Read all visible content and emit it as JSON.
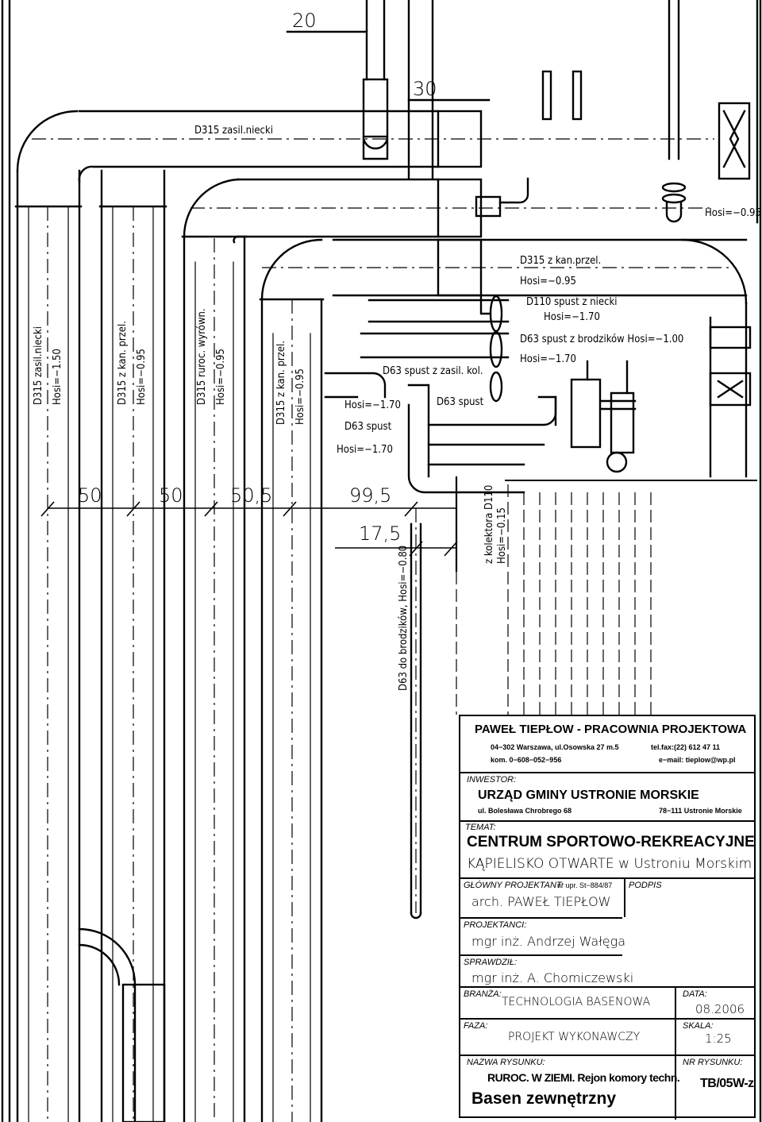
{
  "dimensions": {
    "top_a": "20",
    "top_b": "30",
    "row": [
      "50",
      "50",
      "50,5",
      "99,5"
    ],
    "inner": "17,5"
  },
  "pipe_labels": {
    "d315_zasil_niecki_h": "D315  zasil.niecki",
    "v1": [
      "D315  zasil.niecki",
      "Hosi=−1.50"
    ],
    "v2": [
      "D315  z  kan.  przel.",
      "Hosi=−0.95"
    ],
    "v3": [
      "D315  ruroc.  wyrówn.",
      "Hosi=−0.95"
    ],
    "v4": [
      "D315  z  kan.  przel.",
      "Hosi=−0.95"
    ],
    "hosi_095_right": "Hosi=−0.95",
    "d315_kan_przel": "D315  z  kan.przel.",
    "hosi_095_mid": "Hosi=−0.95",
    "d110_spust": "D110  spust  z  niecki",
    "hosi_170_a": "Hosi=−1.70",
    "d63_spust_brodzikow": "D63  spust  z  brodzików  Hosi=−1.00",
    "hosi_170_b": "Hosi=−1.70",
    "d63_spust_zasil_kol": "D63  spust  z  zasil.  kol.",
    "d63_spust_mid": "D63  spust",
    "hosi_170_c": "Hosi=−1.70",
    "d63_spust_left": "D63  spust",
    "hosi_170_d": "Hosi=−1.70",
    "d63_do_brodzikow": "D63  do  brodzików,  Hosi=−0.80",
    "kolektor": [
      "z  kolektora  D110",
      "Hosi=−0.15"
    ]
  },
  "title_block": {
    "office": "PAWEŁ TIEPŁOW - PRACOWNIA PROJEKTOWA",
    "address": "04−302  Warszawa,       ul.Osowska  27  m.5",
    "tel": "tel.fax:(22)  612  47  11",
    "mobile": "kom.  0−608−052−956",
    "email": "e−mail:  tieplow@wp.pl",
    "investor_label": "INWESTOR:",
    "investor": "URZĄD GMINY USTRONIE MORSKIE",
    "investor_street": "ul.  Bolesława  Chrobrego  68",
    "investor_city": "78−111  Ustronie  Morskie",
    "topic_label": "TEMAT:",
    "topic": "CENTRUM SPORTOWO-REKREACYJNE",
    "topic_sub": "KĄPIELISKO  OTWARTE  w  Ustroniu  Morskim",
    "chief_label": "GŁÓWNY  PROJEKTANT:",
    "chief_no": "nr  upr.  St−884/87",
    "signature_label": "PODPIS",
    "chief": "arch.  PAWEŁ  TIEPŁOW",
    "designers_label": "PROJEKTANCI:",
    "designers": "mgr  inż.  Andrzej  Wałęga",
    "checked_label": "SPRAWDZIŁ:",
    "checked": "mgr  inż.  A.  Chomiczewski",
    "branch_label": "BRANŻA:",
    "branch": "TECHNOLOGIA  BASENOWA",
    "date_label": "DATA:",
    "date": "08.2006",
    "phase_label": "FAZA:",
    "phase": "PROJEKT  WYKONAWCZY",
    "scale_label": "SKALA:",
    "scale": "1:25",
    "drawing_name_label": "NAZWA  RYSUNKU:",
    "drawing_name_1": "RUROC. W ZIEMI. Rejon komory techn.",
    "drawing_name_2": "Basen zewnętrzny",
    "drawing_no_label": "NR  RYSUNKU:",
    "drawing_no": "TB/05W-z"
  }
}
